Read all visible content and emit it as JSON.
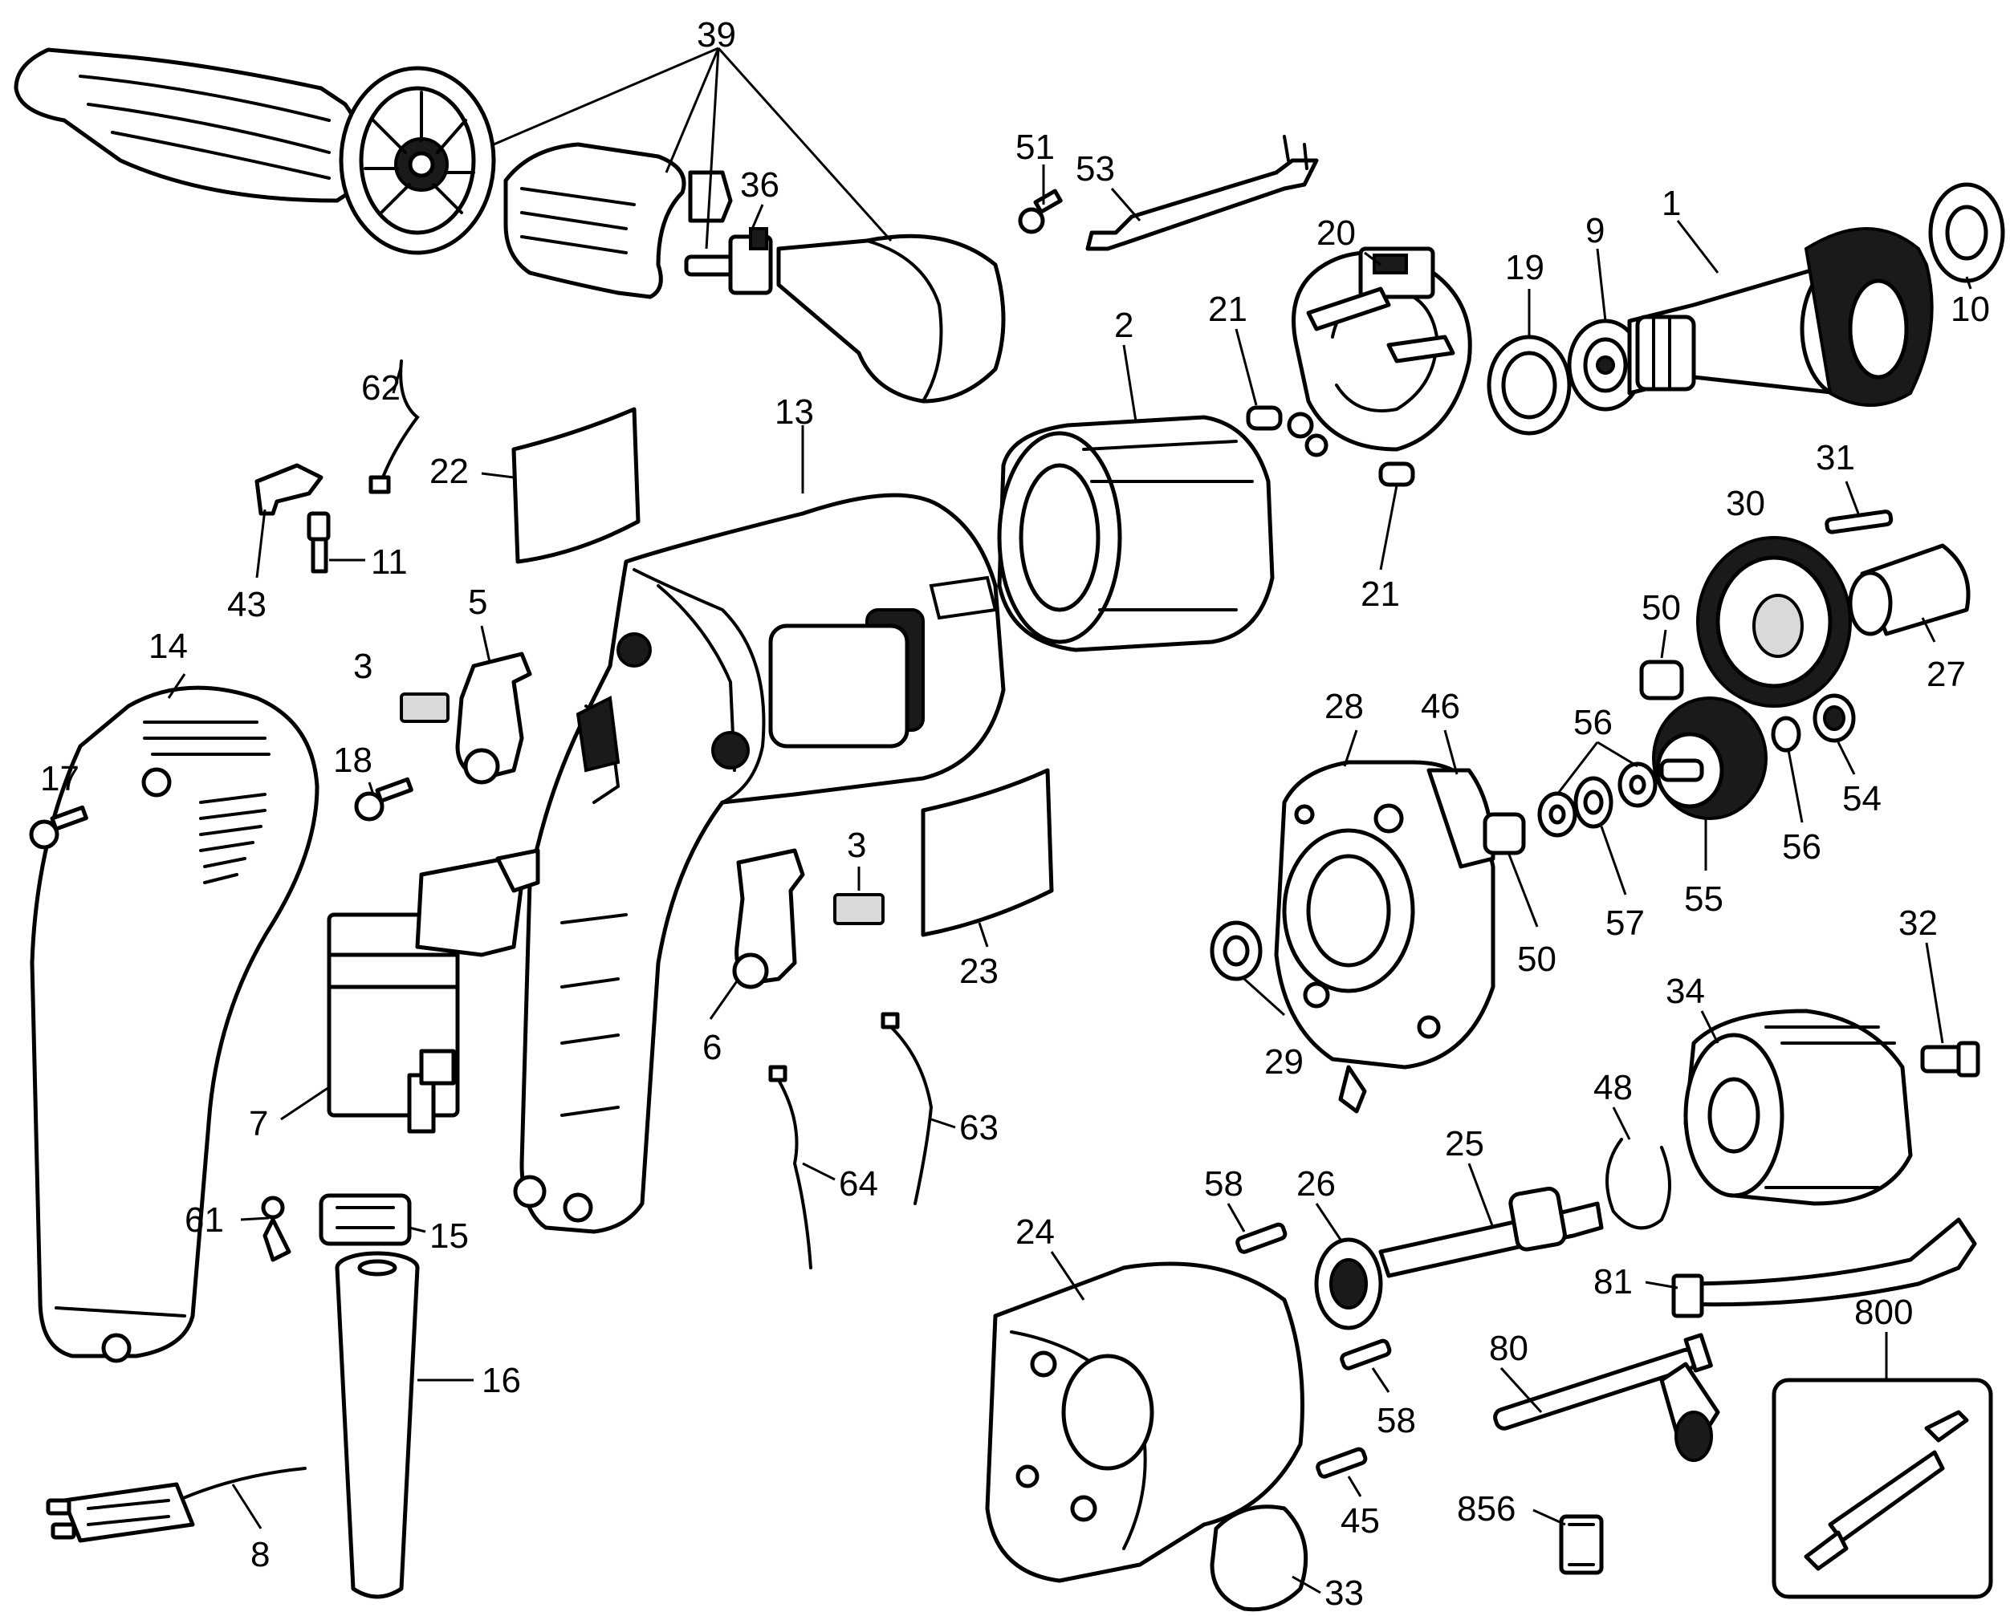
{
  "diagram": {
    "type": "exploded-parts-diagram",
    "callouts": [
      {
        "id": "p39",
        "label": "39"
      },
      {
        "id": "p36",
        "label": "36"
      },
      {
        "id": "p51",
        "label": "51"
      },
      {
        "id": "p53",
        "label": "53"
      },
      {
        "id": "p1",
        "label": "1"
      },
      {
        "id": "p10",
        "label": "10"
      },
      {
        "id": "p9",
        "label": "9"
      },
      {
        "id": "p20",
        "label": "20"
      },
      {
        "id": "p19",
        "label": "19"
      },
      {
        "id": "p21a",
        "label": "21"
      },
      {
        "id": "p21b",
        "label": "21"
      },
      {
        "id": "p2",
        "label": "2"
      },
      {
        "id": "p62",
        "label": "62"
      },
      {
        "id": "p13",
        "label": "13"
      },
      {
        "id": "p22",
        "label": "22"
      },
      {
        "id": "p31",
        "label": "31"
      },
      {
        "id": "p30",
        "label": "30"
      },
      {
        "id": "p27",
        "label": "27"
      },
      {
        "id": "p43",
        "label": "43"
      },
      {
        "id": "p11",
        "label": "11"
      },
      {
        "id": "p5",
        "label": "5"
      },
      {
        "id": "p14",
        "label": "14"
      },
      {
        "id": "p3a",
        "label": "3"
      },
      {
        "id": "p50a",
        "label": "50"
      },
      {
        "id": "p28",
        "label": "28"
      },
      {
        "id": "p46",
        "label": "46"
      },
      {
        "id": "p56a",
        "label": "56"
      },
      {
        "id": "p17",
        "label": "17"
      },
      {
        "id": "p18",
        "label": "18"
      },
      {
        "id": "p54",
        "label": "54"
      },
      {
        "id": "p56b",
        "label": "56"
      },
      {
        "id": "p3b",
        "label": "3"
      },
      {
        "id": "p55",
        "label": "55"
      },
      {
        "id": "p57",
        "label": "57"
      },
      {
        "id": "p50b",
        "label": "50"
      },
      {
        "id": "p23",
        "label": "23"
      },
      {
        "id": "p32",
        "label": "32"
      },
      {
        "id": "p34",
        "label": "34"
      },
      {
        "id": "p6",
        "label": "6"
      },
      {
        "id": "p29",
        "label": "29"
      },
      {
        "id": "p48",
        "label": "48"
      },
      {
        "id": "p7",
        "label": "7"
      },
      {
        "id": "p63",
        "label": "63"
      },
      {
        "id": "p25",
        "label": "25"
      },
      {
        "id": "p58a",
        "label": "58"
      },
      {
        "id": "p26",
        "label": "26"
      },
      {
        "id": "p64",
        "label": "64"
      },
      {
        "id": "p61",
        "label": "61"
      },
      {
        "id": "p15",
        "label": "15"
      },
      {
        "id": "p24",
        "label": "24"
      },
      {
        "id": "p81",
        "label": "81"
      },
      {
        "id": "p16",
        "label": "16"
      },
      {
        "id": "p80",
        "label": "80"
      },
      {
        "id": "p800",
        "label": "800"
      },
      {
        "id": "p58b",
        "label": "58"
      },
      {
        "id": "p8",
        "label": "8"
      },
      {
        "id": "p45",
        "label": "45"
      },
      {
        "id": "p856",
        "label": "856"
      },
      {
        "id": "p33",
        "label": "33"
      }
    ]
  }
}
